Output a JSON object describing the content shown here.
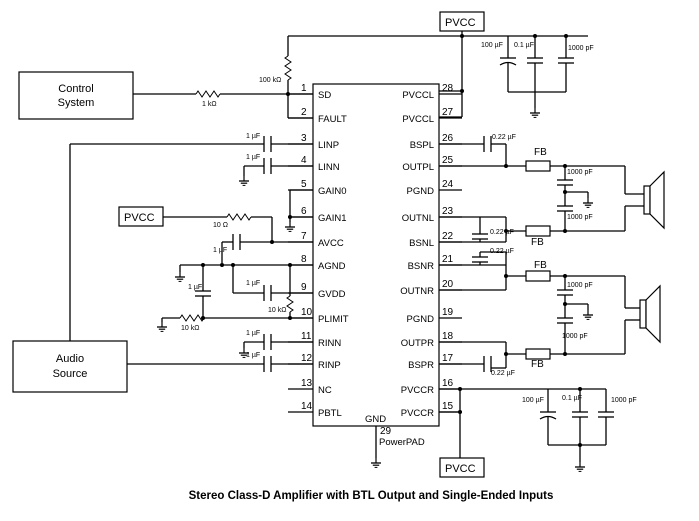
{
  "blocks": {
    "control": [
      "Control",
      "System"
    ],
    "audio": [
      "Audio",
      "Source"
    ],
    "pvcc_label": "PVCC",
    "powerpad_label": "PowerPAD",
    "gnd_label": "GND",
    "fb_label": "FB"
  },
  "ic": {
    "left_pins": [
      {
        "num": "1",
        "name": "SD"
      },
      {
        "num": "2",
        "name": "FAULT"
      },
      {
        "num": "3",
        "name": "LINP"
      },
      {
        "num": "4",
        "name": "LINN"
      },
      {
        "num": "5",
        "name": "GAIN0"
      },
      {
        "num": "6",
        "name": "GAIN1"
      },
      {
        "num": "7",
        "name": "AVCC"
      },
      {
        "num": "8",
        "name": "AGND"
      },
      {
        "num": "9",
        "name": "GVDD"
      },
      {
        "num": "10",
        "name": "PLIMIT"
      },
      {
        "num": "11",
        "name": "RINN"
      },
      {
        "num": "12",
        "name": "RINP"
      },
      {
        "num": "13",
        "name": "NC"
      },
      {
        "num": "14",
        "name": "PBTL"
      }
    ],
    "right_pins": [
      {
        "num": "28",
        "name": "PVCCL"
      },
      {
        "num": "27",
        "name": "PVCCL"
      },
      {
        "num": "26",
        "name": "BSPL"
      },
      {
        "num": "25",
        "name": "OUTPL"
      },
      {
        "num": "24",
        "name": "PGND"
      },
      {
        "num": "23",
        "name": "OUTNL"
      },
      {
        "num": "22",
        "name": "BSNL"
      },
      {
        "num": "21",
        "name": "BSNR"
      },
      {
        "num": "20",
        "name": "OUTNR"
      },
      {
        "num": "19",
        "name": "PGND"
      },
      {
        "num": "18",
        "name": "OUTPR"
      },
      {
        "num": "17",
        "name": "BSPR"
      },
      {
        "num": "16",
        "name": "PVCCR"
      },
      {
        "num": "15",
        "name": "PVCCR"
      }
    ],
    "gnd_pin": "29"
  },
  "values": {
    "r_100k": "100 kΩ",
    "r_1k": "1 kΩ",
    "r_10": "10 Ω",
    "r_10k": "10 kΩ",
    "c_1u": "1 µF",
    "c_022u": "0.22 µF",
    "c_1000p": "1000 pF",
    "c_100u": "100 µF",
    "c_01u": "0.1 µF"
  },
  "caption": "Stereo Class-D Amplifier with BTL Output and Single-Ended Inputs"
}
